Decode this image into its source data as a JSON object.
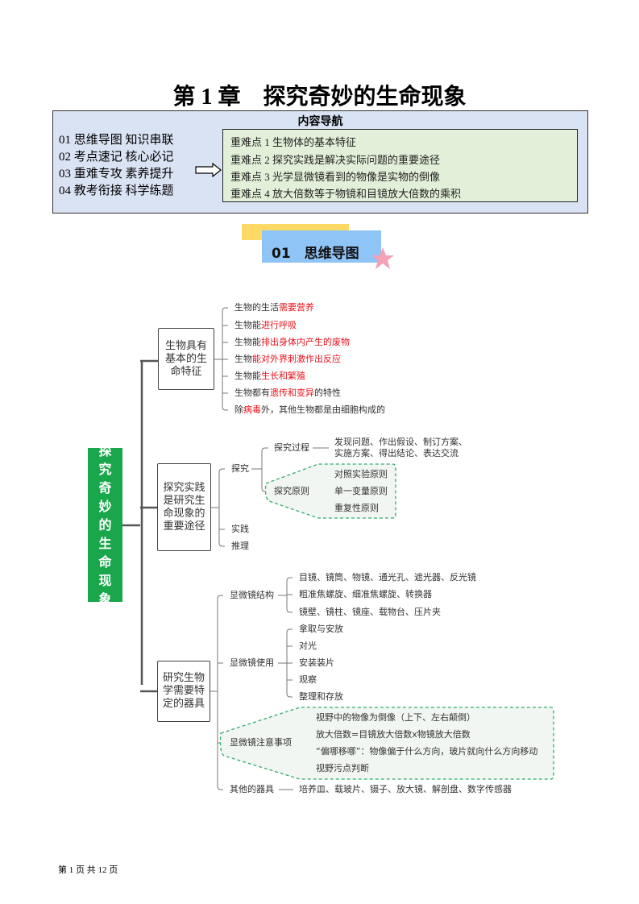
{
  "title": "第 1 章　探究奇妙的生命现象",
  "nav": {
    "title": "内容导航",
    "sections": [
      "01  思维导图  知识串联",
      "02  考点速记  核心必记",
      "03  重难专攻  素养提升",
      "04  教考衔接  科学练题"
    ],
    "key_points": [
      "重难点 1 生物体的基本特征",
      "重难点 2 探究实践是解决实际问题的重要途径",
      "重难点 3 光学显微镜看到的物像是实物的倒像",
      "重难点 4 放大倍数等于物镜和目镜放大倍数的乘积"
    ]
  },
  "section_badge": "01　思维导图",
  "mindmap": {
    "root": "探究奇妙的生命现象",
    "b1": {
      "label": "生物具有基本的生命特征",
      "items": [
        [
          {
            "t": "生物的生活"
          },
          {
            "t": "需要营养",
            "red": true
          }
        ],
        [
          {
            "t": "生物能"
          },
          {
            "t": "进行呼吸",
            "red": true
          }
        ],
        [
          {
            "t": "生物能"
          },
          {
            "t": "排出身体内产生的废物",
            "red": true
          }
        ],
        [
          {
            "t": "生物"
          },
          {
            "t": "能对外界刺激作出反应",
            "red": true
          }
        ],
        [
          {
            "t": "生物能"
          },
          {
            "t": "生长和繁殖",
            "red": true
          }
        ],
        [
          {
            "t": "生物都有"
          },
          {
            "t": "遗传和变异",
            "red": true
          },
          {
            "t": "的特性"
          }
        ],
        [
          {
            "t": "除"
          },
          {
            "t": "病毒",
            "red": true
          },
          {
            "t": "外，其他生物都是由细胞构成的"
          }
        ]
      ]
    },
    "b2": {
      "label": "探究实践是研究生命现象的重要途径",
      "inquiry": "探究",
      "process": "探究过程",
      "process_text": [
        "发现问题、作出假设、制订方案、",
        "实施方案、得出结论、表达交流"
      ],
      "principle": "探究原则",
      "principles": [
        "对照实验原则",
        "单一变量原则",
        "重复性原则"
      ],
      "practice": "实践",
      "reasoning": "推理"
    },
    "b3": {
      "label": "研究生物学需要特定的器具",
      "structure": "显微镜结构",
      "structure_items": [
        "目镜、镜筒、物镜、通光孔、遮光器、反光镜",
        "粗准焦螺旋、细准焦螺旋、转换器",
        "镜壁、镜柱、镜座、载物台、压片夹"
      ],
      "usage": "显微镜使用",
      "usage_items": [
        "拿取与安放",
        "对光",
        "安装装片",
        "观察",
        "整理和存放"
      ],
      "notes": "显微镜注意事项",
      "notes_items": [
        "视野中的物像为倒像（上下、左右颠倒）",
        "放大倍数=目镜放大倍数x物镜放大倍数",
        "“偏哪移哪”：物像偏于什么方向，玻片就向什么方向移动",
        "视野污点判断"
      ],
      "other": "其他的器具",
      "other_text": "培养皿、载玻片、镊子、放大镜、解剖盘、数字传感器"
    }
  },
  "footer": "第 1 页 共 12 页"
}
